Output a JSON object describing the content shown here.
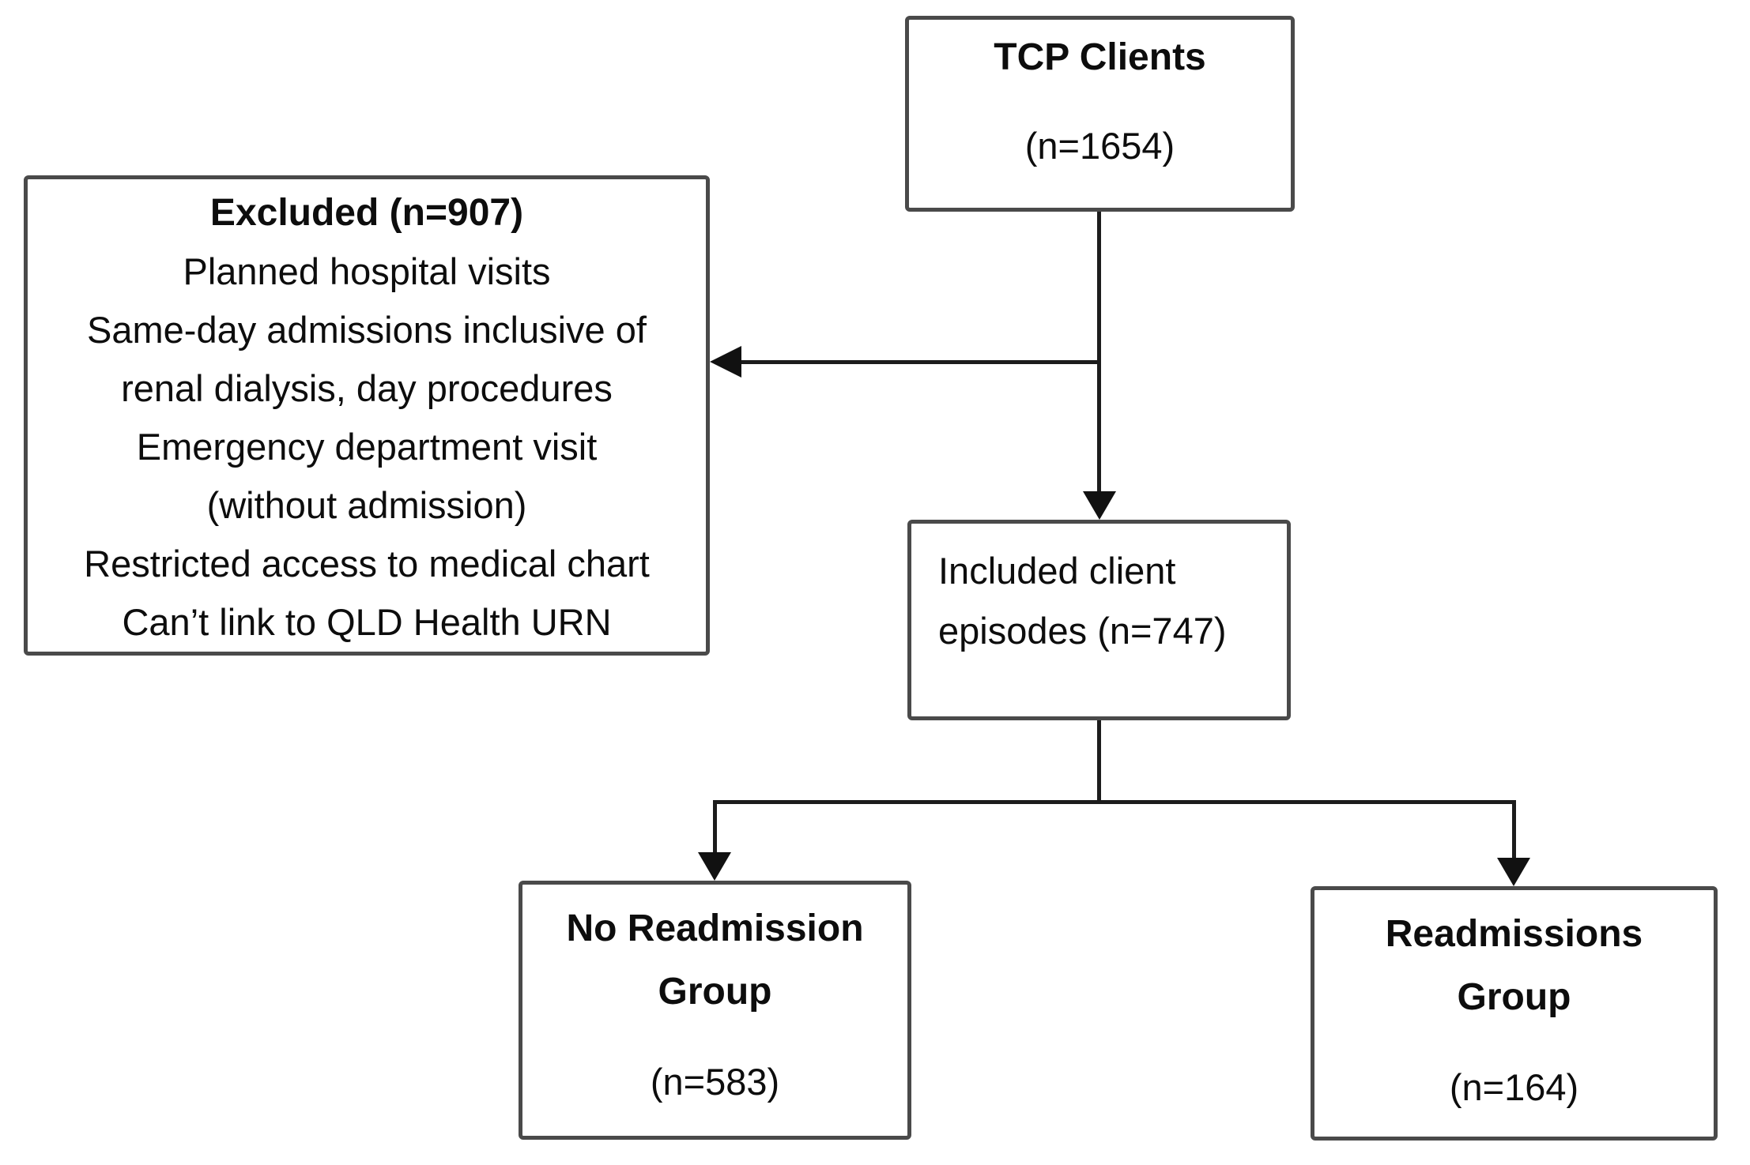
{
  "diagram": {
    "tcp": {
      "title": "TCP Clients",
      "n": "(n=1654)"
    },
    "excluded": {
      "title": "Excluded (n=907)",
      "lines": [
        "Planned hospital visits",
        "Same-day admissions inclusive of",
        "renal dialysis, day procedures",
        "Emergency department visit",
        "(without admission)",
        "Restricted access to medical chart",
        "Can’t link to QLD Health URN"
      ]
    },
    "included": {
      "line1": "Included client",
      "line2": "episodes (n=747)"
    },
    "no_readmission": {
      "title_line1": "No Readmission",
      "title_line2": "Group",
      "n": "(n=583)"
    },
    "readmissions": {
      "title_line1": "Readmissions",
      "title_line2": "Group",
      "n": "(n=164)"
    }
  }
}
